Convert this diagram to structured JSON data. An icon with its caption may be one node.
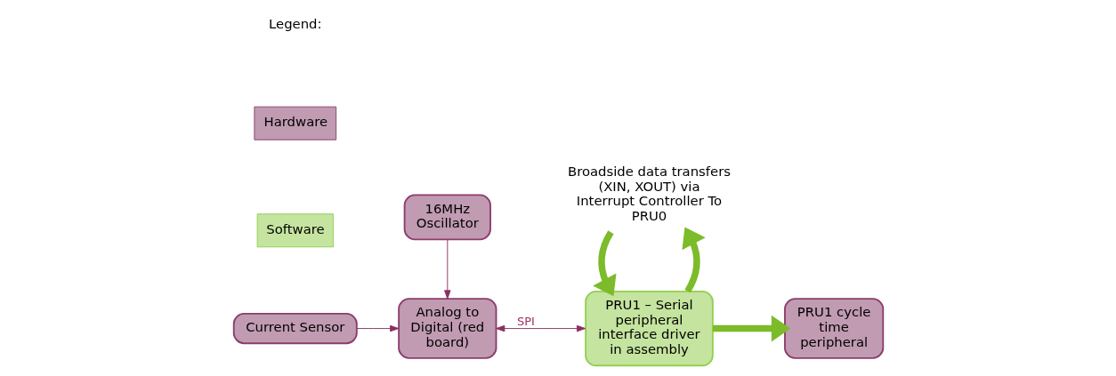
{
  "diagram": {
    "nodes": [
      {
        "text": [
          "Current Sensor"
        ]
      },
      {
        "text": [
          "Analog to Digital (red board)"
        ]
      },
      {
        "text": [
          "PRU1 – Serial peripheral interface driver in assembly"
        ]
      },
      {
        "text": [
          "PRU1 cycle time peripheral"
        ]
      },
      {
        "text": [
          "16MHz Oscillator"
        ]
      },
      {
        "text": [
          "Broadside data transfers (XIN, XOUT) via Interrupt Controller To PRU0"
        ]
      }
    ],
    "edges": [
      {
        "from": 0,
        "to": 1,
        "arrow": "to"
      },
      {
        "from": 1,
        "to": 2,
        "arrow": "both",
        "label": "SPI"
      },
      {
        "from": 2,
        "to": 3,
        "arrow": "to",
        "style": "thick",
        "color": "#7cbb2a"
      },
      {
        "from": 4,
        "to": 1,
        "arrow": "to"
      },
      {
        "from": 2,
        "to": 5,
        "arrow": "to",
        "style": "thick",
        "color": "#7cbb2a"
      },
      {
        "from": 5,
        "to": 2,
        "arrow": "to",
        "style": "thick",
        "color": "#7cbb2a"
      }
    ],
    "labels": [
      "Legend:"
    ],
    "legend": [
      {
        "text": "Hardware",
        "color": "#c09bb2"
      },
      {
        "text": "Software",
        "color": "#c4e49f"
      }
    ]
  }
}
